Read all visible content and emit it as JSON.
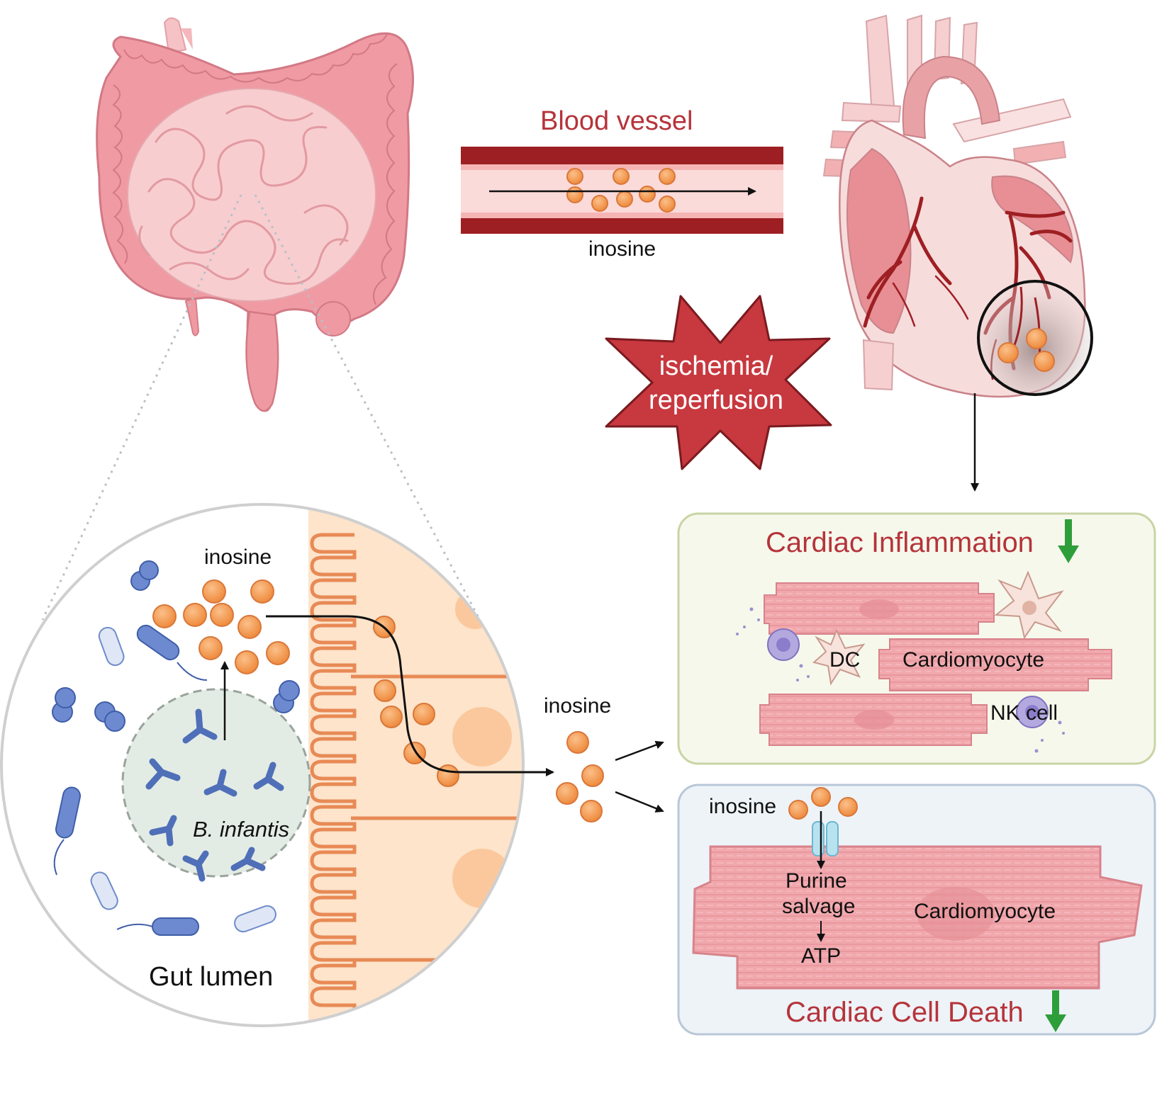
{
  "labels": {
    "blood_vessel": "Blood vessel",
    "inosine_vessel": "inosine",
    "ischemia_line1": "ischemia/",
    "ischemia_line2": "reperfusion",
    "inosine_gut": "inosine",
    "b_infantis": "B. infantis",
    "gut_lumen": "Gut lumen",
    "inosine_middle": "inosine",
    "cardiac_inflammation": "Cardiac Inflammation",
    "dc": "DC",
    "cardiomyocyte_top": "Cardiomyocyte",
    "nk_cell": "NK cell",
    "inosine_panel": "inosine",
    "purine_line1": "Purine",
    "purine_line2": "salvage",
    "atp": "ATP",
    "cardiomyocyte_bottom": "Cardiomyocyte",
    "cardiac_cell_death": "Cardiac Cell Death"
  },
  "icons": [
    "intestine-icon",
    "heart-icon",
    "blood-vessel-icon",
    "bacteria-icon",
    "villi-icon",
    "nk-cell-icon",
    "dendritic-cell-icon",
    "cardiomyocyte-icon",
    "transporter-channel-icon",
    "down-arrow-icon"
  ],
  "colors": {
    "title_red": "#b5343a",
    "inosine_orange": "#f4a460",
    "decrease_green": "#2e9e3a",
    "bacteria_blue": "#5b7bc2",
    "vessel_red": "#9e1f23",
    "tissue_pink": "#f4b3b8",
    "starburst_red": "#c8383f",
    "inflammation_panel_bg": "#f6f8ec",
    "death_panel_bg": "#eef3f8"
  }
}
